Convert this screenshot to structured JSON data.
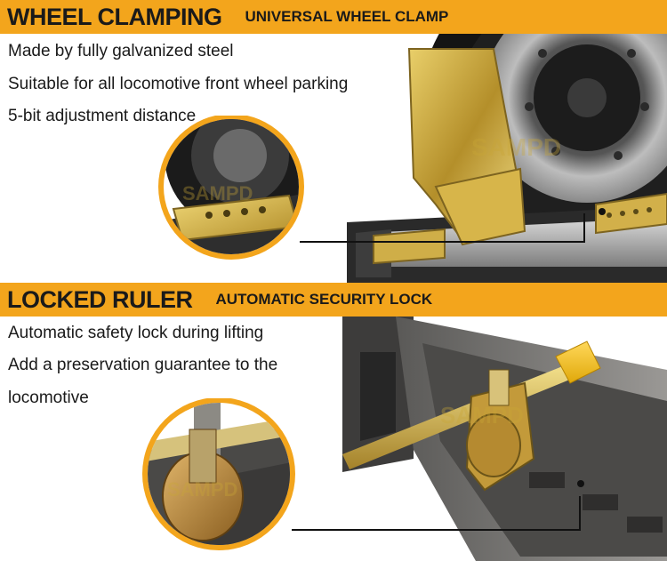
{
  "sections": [
    {
      "title": "WHEEL CLAMPING",
      "subtitle": "UNIVERSAL WHEEL CLAMP",
      "features": [
        "Made by fully galvanized steel",
        "Suitable for all locomotive front wheel parking",
        "5-bit adjustment distance"
      ],
      "watermark": "SAMPD"
    },
    {
      "title": "LOCKED RULER",
      "subtitle": "AUTOMATIC SECURITY LOCK",
      "features": [
        "Automatic safety lock during lifting",
        "Add a preservation guarantee to the",
        "locomotive"
      ],
      "watermark": "SAMPD"
    }
  ],
  "colors": {
    "banner": "#f3a51c",
    "text": "#1a1a1a",
    "steel_yellow": "#c9a536",
    "dark_frame": "#3d3c3b"
  }
}
